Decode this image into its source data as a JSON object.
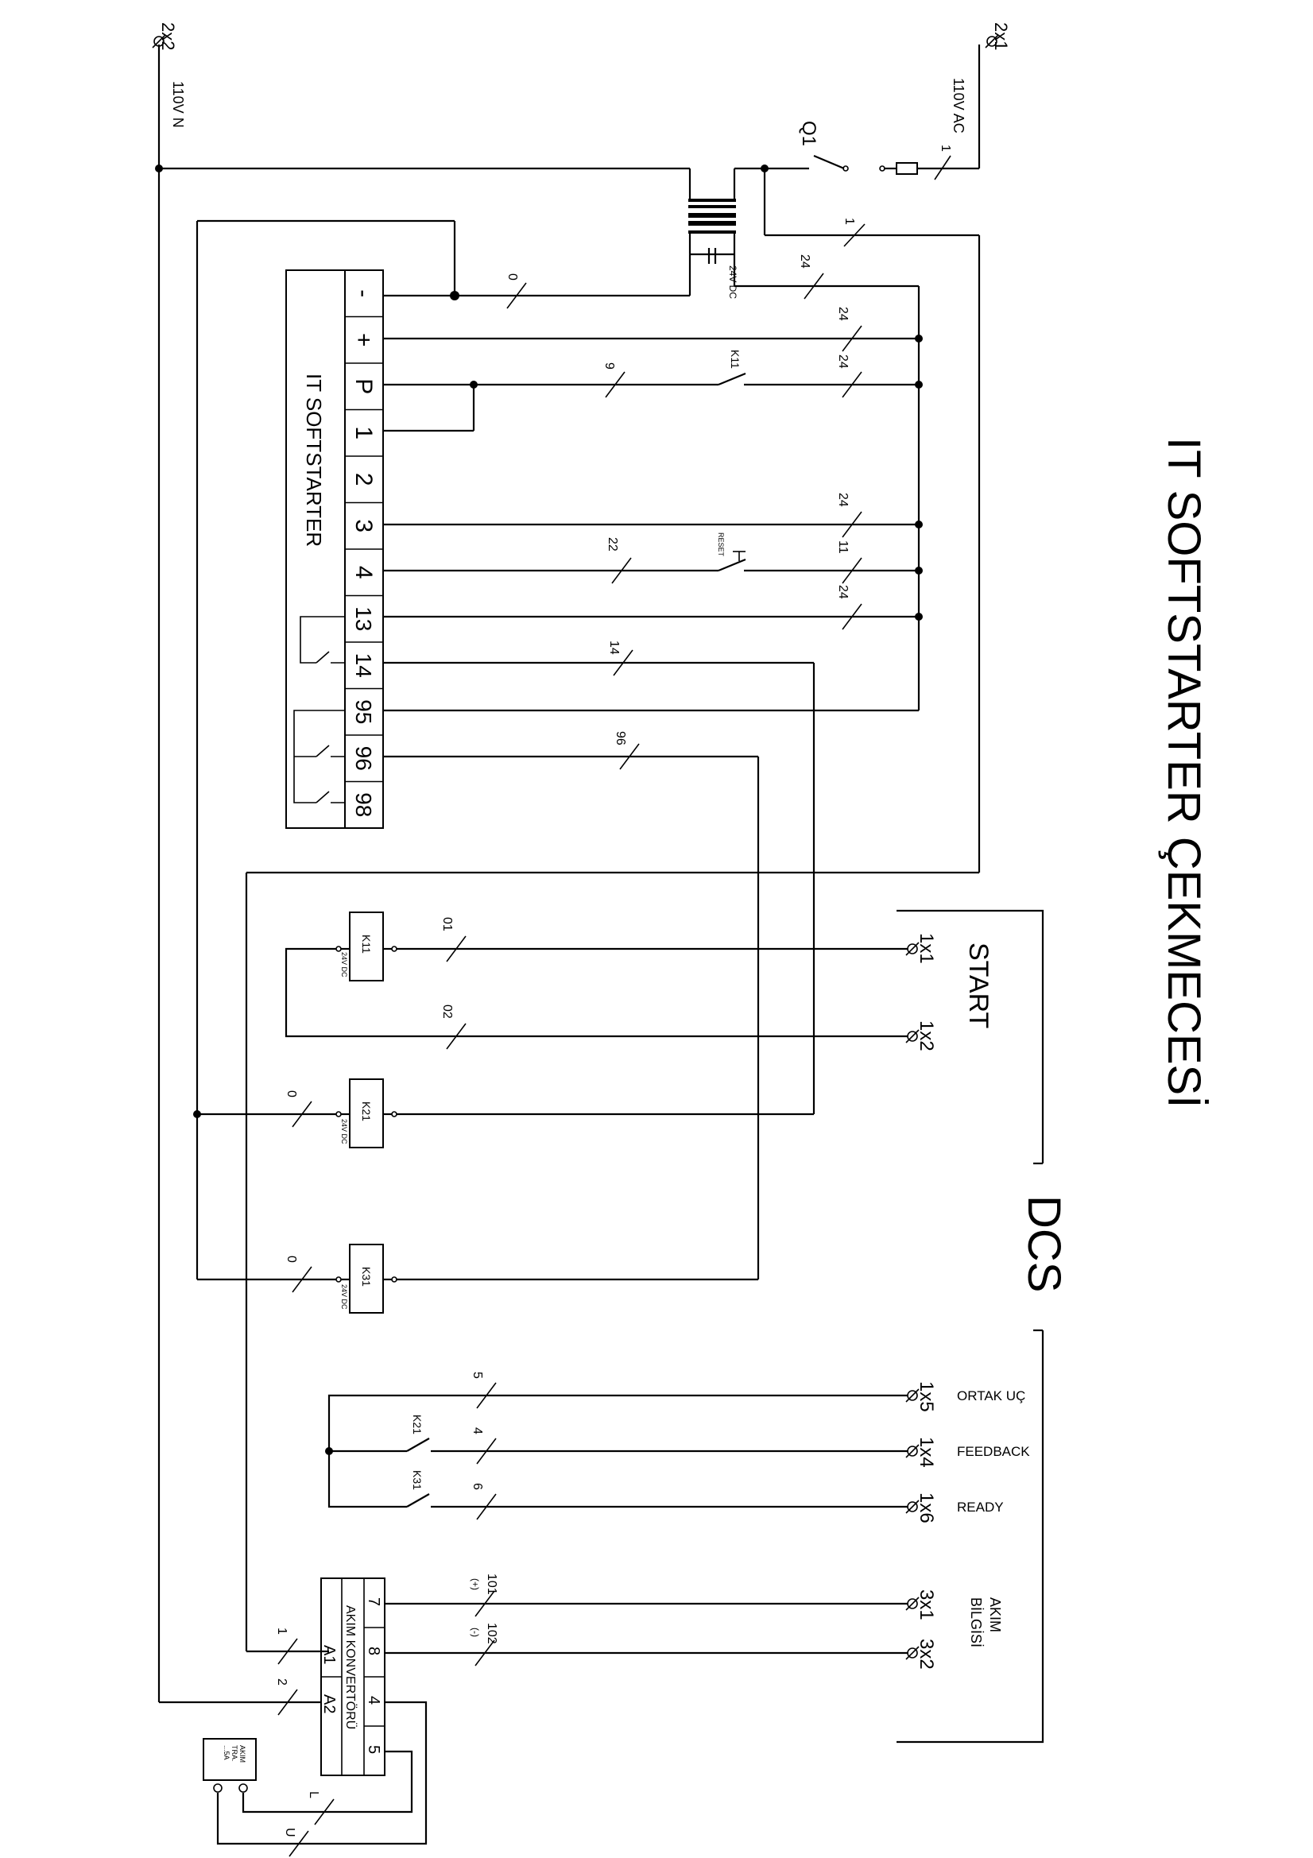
{
  "title": "IT SOFTSTARTER ÇEKMECESİ",
  "supply": {
    "terminal_l": "2x1",
    "terminal_n": "2x2",
    "label_l": "110V AC",
    "label_n": "110V N",
    "breaker": "Q1",
    "tr_output": "24V DC"
  },
  "softstarter": {
    "name": "IT SOFTSTARTER",
    "terminals": [
      "-",
      "+",
      "P",
      "1",
      "2",
      "3",
      "4",
      "13",
      "14",
      "95",
      "96",
      "98"
    ]
  },
  "wires": {
    "w1": "1",
    "w1b": "1",
    "w0": "0",
    "w24a": "24",
    "w24b": "24",
    "w24c": "24",
    "w24d": "24",
    "w24e": "24",
    "w9": "9",
    "w22": "22",
    "w11": "11",
    "w14": "14",
    "w96": "96",
    "w01": "01",
    "w02": "02",
    "w0b": "0",
    "w0c": "0",
    "w5": "5",
    "w4": "4",
    "w6": "6",
    "w101": "101",
    "w102": "102",
    "w1c": "1",
    "w2": "2",
    "wL": "L",
    "wU": "U",
    "plus": "(+)",
    "minus": "(-)"
  },
  "contacts": {
    "k11": "K11",
    "reset": "RESET",
    "k21": "K21",
    "k31": "K31"
  },
  "relays": [
    {
      "name": "K11",
      "rating": "24V DC"
    },
    {
      "name": "K21",
      "rating": "24V DC"
    },
    {
      "name": "K31",
      "rating": "24V DC"
    }
  ],
  "dcs": {
    "label": "DCS",
    "start": "START",
    "t1x1": "1x1",
    "t1x2": "1x2",
    "t1x5": "1x5",
    "t1x4": "1x4",
    "t1x6": "1x6",
    "t3x1": "3x1",
    "t3x2": "3x2",
    "ortak": "ORTAK UÇ",
    "feedback": "FEEDBACK",
    "ready": "READY",
    "akim1": "AKIM",
    "akim2": "BİLGİSİ"
  },
  "converter": {
    "name": "AKIM KONVERTÖRÜ",
    "t7": "7",
    "t8": "8",
    "t4": "4",
    "t5": "5",
    "a1": "A1",
    "a2": "A2"
  },
  "ct": {
    "l1": "AKIM",
    "l2": "TRA.",
    "l3": "...5A"
  }
}
